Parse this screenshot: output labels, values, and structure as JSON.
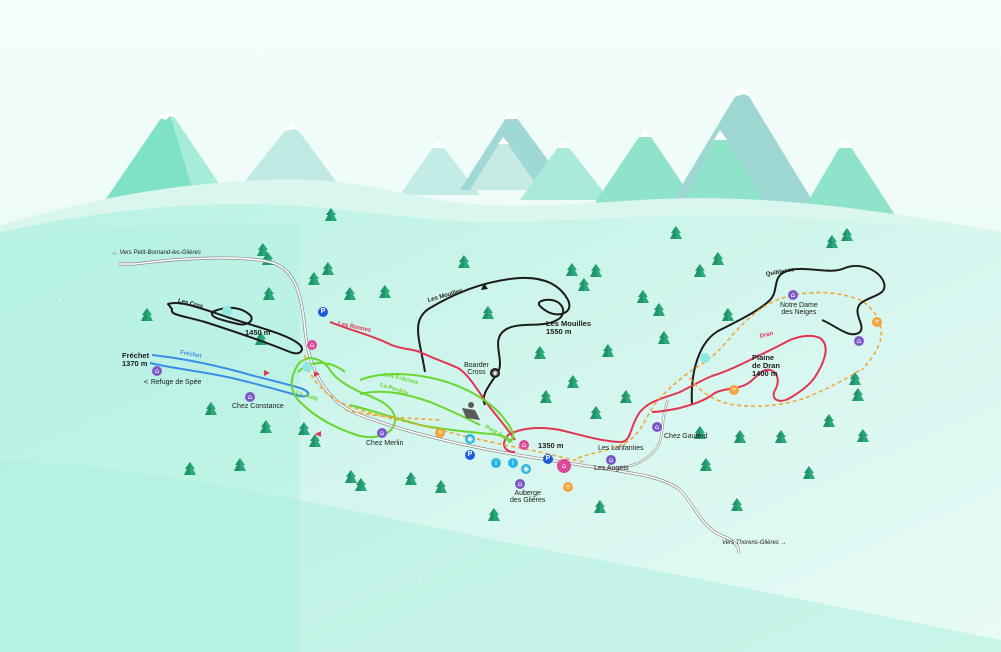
{
  "colors": {
    "black_trail": "#1c1c1c",
    "red_trail": "#e23552",
    "green_trail": "#6ad62f",
    "blue_trail": "#3a8ee8",
    "orange_trail": "#f0a83a",
    "road": "#7f7f7f",
    "pine": "#2aa978",
    "snow_ground": "#aef0de",
    "sky": "#eefcf8"
  },
  "places": {
    "frechet": "Fréchet\n1370 m",
    "refuge_spee": "Refuge de Spée",
    "chez_constance": "Chez Constance",
    "chez_merlin": "Chez Merlin",
    "alt_1450": "1450 m",
    "les_mouilles": "Les Mouilles\n1550 m",
    "boarder_cross": "Boarder\nCross",
    "alt_1350": "1350 m",
    "les_lanfanties": "Les Lanfanties",
    "les_augets": "Les Augets",
    "auberge": "Auberge\ndes Glières",
    "chez_gauterd": "Chez Gauterd",
    "plaine_dran": "Plaine\nde Dran\n1400 m",
    "notre_dame": "Notre Dame\ndes Neiges"
  },
  "directions": {
    "petit_bornand": "Vers Petit-Bornand-les-Glières",
    "thorens": "Vers Thorens-Glières"
  },
  "trails": {
    "les_cros": "Les Cros",
    "les_mouilles": "Les Mouilles",
    "les_rennes": "Les Rennes",
    "frechet": "Fréchet",
    "la_jode": "La Jode",
    "les_freches": "Les Frêches",
    "la_perdrix": "La Perdrix",
    "petit_bois": "Petit Bois",
    "dran": "Dran",
    "quiblesse": "Quiblesse"
  },
  "pois": {
    "parking": "P",
    "info": "i",
    "bus": "⌂",
    "shelter": "⌂",
    "food": "⌾",
    "lift": "◉"
  }
}
